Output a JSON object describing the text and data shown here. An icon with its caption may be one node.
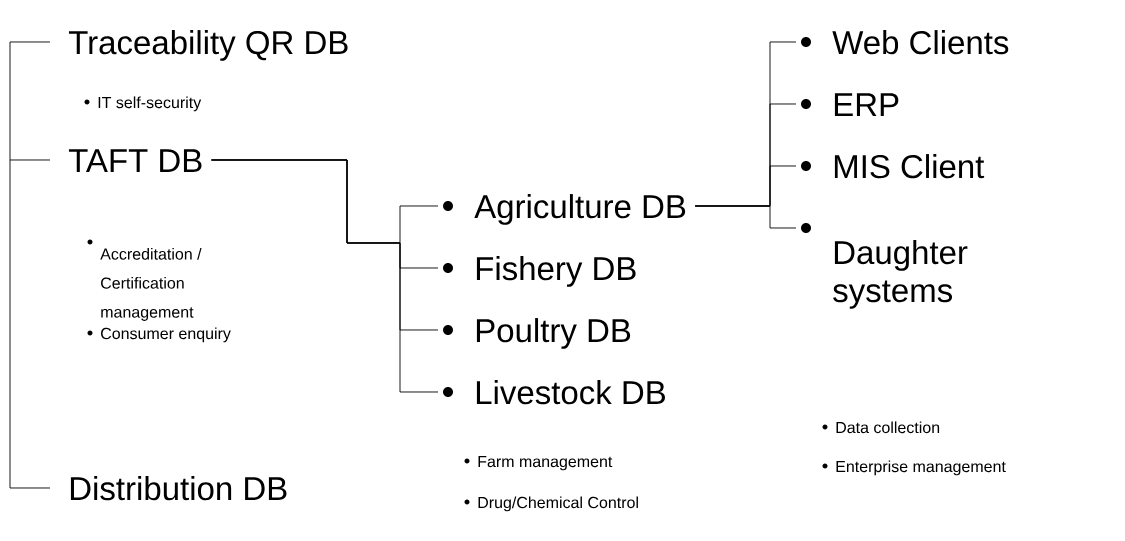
{
  "diagram": {
    "nodes": [
      {
        "text": [
          "Traceability QR DB"
        ],
        "beside": [
          "IT self-security"
        ]
      },
      {
        "text": [
          "TAFT DB"
        ],
        "beside": [
          "Accreditation / Certification management",
          "Consumer enquiry"
        ]
      },
      {
        "text": [
          "Distribution DB"
        ]
      },
      {
        "text": [
          "Agriculture DB"
        ]
      },
      {
        "text": [
          "Fishery DB"
        ]
      },
      {
        "text": [
          "Poultry DB"
        ]
      },
      {
        "text": [
          "Livestock DB"
        ],
        "beside": [
          "Farm management",
          "Drug/Chemical Control"
        ]
      },
      {
        "text": [
          "Web Clients"
        ]
      },
      {
        "text": [
          "ERP"
        ]
      },
      {
        "text": [
          "MIS Client"
        ]
      },
      {
        "text": [
          "Daughter systems"
        ],
        "beside": [
          "Data collection",
          "Enterprise management"
        ]
      }
    ],
    "edges": [
      {
        "from": null,
        "to": 0,
        "arrow": "none"
      },
      {
        "from": null,
        "to": 1,
        "arrow": "none"
      },
      {
        "from": null,
        "to": 2,
        "arrow": "none"
      },
      {
        "from": 1,
        "to": 3,
        "arrow": "none"
      },
      {
        "from": 1,
        "to": 4,
        "arrow": "none"
      },
      {
        "from": 1,
        "to": 5,
        "arrow": "none"
      },
      {
        "from": 1,
        "to": 6,
        "arrow": "none"
      },
      {
        "from": 3,
        "to": 7,
        "arrow": "none"
      },
      {
        "from": 3,
        "to": 8,
        "arrow": "none"
      },
      {
        "from": 3,
        "to": 9,
        "arrow": "none"
      },
      {
        "from": 3,
        "to": 10,
        "arrow": "none"
      }
    ]
  }
}
